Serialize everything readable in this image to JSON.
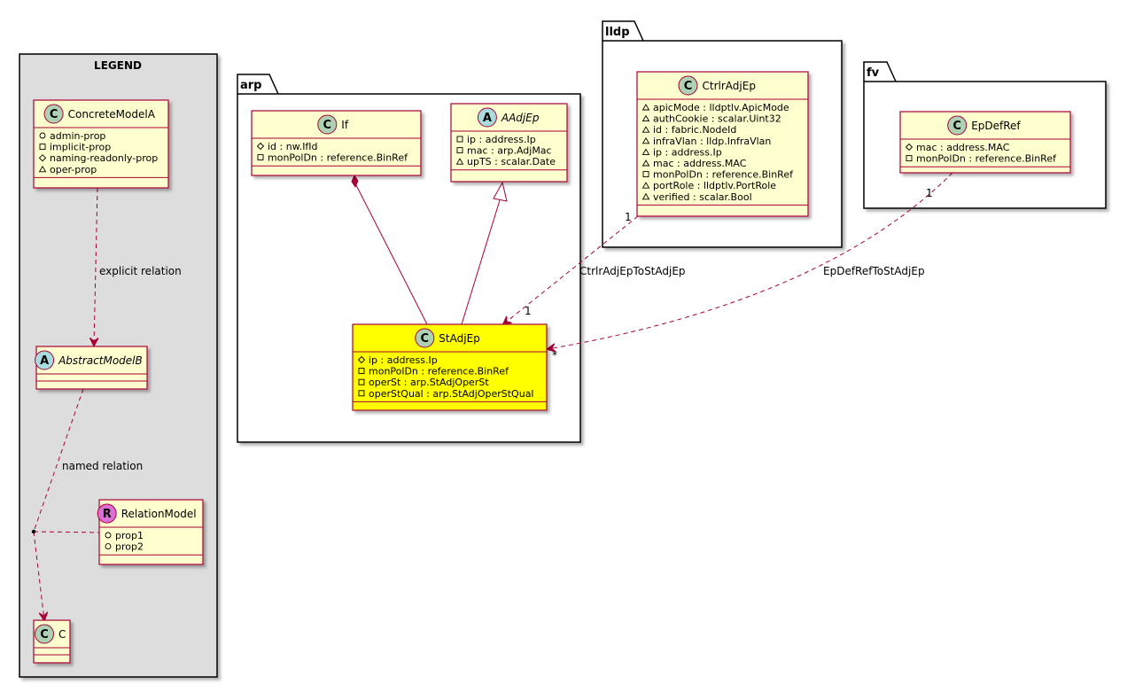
{
  "legend": {
    "title": "LEGEND",
    "concrete": {
      "name": "ConcreteModelA",
      "stereotype": "C",
      "attrs": [
        {
          "vis": "+",
          "text": "admin-prop"
        },
        {
          "vis": "-",
          "text": "implicit-prop"
        },
        {
          "vis": "#",
          "text": "naming-readonly-prop"
        },
        {
          "vis": "~",
          "text": "oper-prop"
        }
      ]
    },
    "abstract": {
      "name": "AbstractModelB",
      "stereotype": "A",
      "attrs": []
    },
    "relation": {
      "name": "RelationModel",
      "stereotype": "R",
      "attrs": [
        {
          "vis": "+",
          "text": "prop1"
        },
        {
          "vis": "+",
          "text": "prop2"
        }
      ]
    },
    "c": {
      "name": "C",
      "stereotype": "C",
      "attrs": []
    },
    "explicit_label": "explicit relation",
    "named_label": "named relation"
  },
  "packages": {
    "arp": "arp",
    "lldp": "lldp",
    "fv": "fv"
  },
  "classes": {
    "If": {
      "name": "If",
      "stereotype": "C",
      "attrs": [
        {
          "vis": "#",
          "text": "id : nw.IfId"
        },
        {
          "vis": "-",
          "text": "monPolDn : reference.BinRef"
        }
      ]
    },
    "AAdjEp": {
      "name": "AAdjEp",
      "stereotype": "A",
      "attrs": [
        {
          "vis": "-",
          "text": "ip : address.Ip"
        },
        {
          "vis": "-",
          "text": "mac : arp.AdjMac"
        },
        {
          "vis": "~",
          "text": "upTS : scalar.Date"
        }
      ]
    },
    "StAdjEp": {
      "name": "StAdjEp",
      "stereotype": "C",
      "attrs": [
        {
          "vis": "#",
          "text": "ip : address.Ip"
        },
        {
          "vis": "-",
          "text": "monPolDn : reference.BinRef"
        },
        {
          "vis": "-",
          "text": "operSt : arp.StAdjOperSt"
        },
        {
          "vis": "-",
          "text": "operStQual : arp.StAdjOperStQual"
        }
      ]
    },
    "CtrlrAdjEp": {
      "name": "CtrlrAdjEp",
      "stereotype": "C",
      "attrs": [
        {
          "vis": "~",
          "text": "apicMode : lldptlv.ApicMode"
        },
        {
          "vis": "~",
          "text": "authCookie : scalar.Uint32"
        },
        {
          "vis": "~",
          "text": "id : fabric.NodeId"
        },
        {
          "vis": "~",
          "text": "infraVlan : lldp.InfraVlan"
        },
        {
          "vis": "~",
          "text": "ip : address.Ip"
        },
        {
          "vis": "~",
          "text": "mac : address.MAC"
        },
        {
          "vis": "-",
          "text": "monPolDn : reference.BinRef"
        },
        {
          "vis": "~",
          "text": "portRole : lldptlv.PortRole"
        },
        {
          "vis": "~",
          "text": "verified : scalar.Bool"
        }
      ]
    },
    "EpDefRef": {
      "name": "EpDefRef",
      "stereotype": "C",
      "attrs": [
        {
          "vis": "#",
          "text": "mac : address.MAC"
        },
        {
          "vis": "-",
          "text": "monPolDn : reference.BinRef"
        }
      ]
    }
  },
  "relations": {
    "ctrlr": {
      "label": "CtrlrAdjEpToStAdjEp",
      "from_mult": "1",
      "to_mult": "1"
    },
    "epdef": {
      "label": "EpDefRefToStAdjEp",
      "from_mult": "1",
      "to_mult": "*"
    }
  },
  "colors": {
    "class_fill": "#FEFECE",
    "class_border": "#A80036",
    "highlight_fill": "#FFFF00",
    "legend_fill": "#DDDDDD",
    "stereo_C": "#ADD1B2",
    "stereo_A": "#A9DCDF",
    "stereo_R": "#DA70D6",
    "line": "#A80036"
  }
}
